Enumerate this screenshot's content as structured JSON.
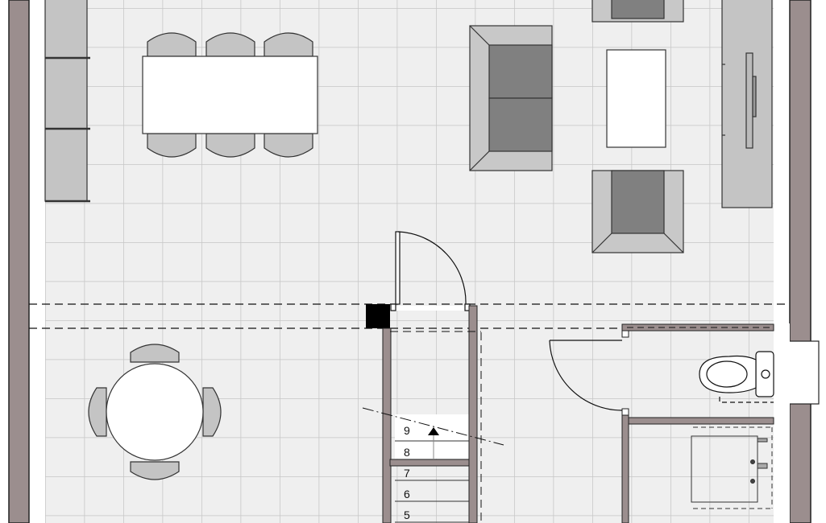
{
  "plan": {
    "stair_steps": [
      "9",
      "8",
      "7",
      "6",
      "5"
    ],
    "colors": {
      "wall": "#9b8e8e",
      "floor": "#efefef",
      "grid": "#c6c6c6",
      "furniture": "#c4c4c4",
      "cushion": "#808080"
    }
  }
}
